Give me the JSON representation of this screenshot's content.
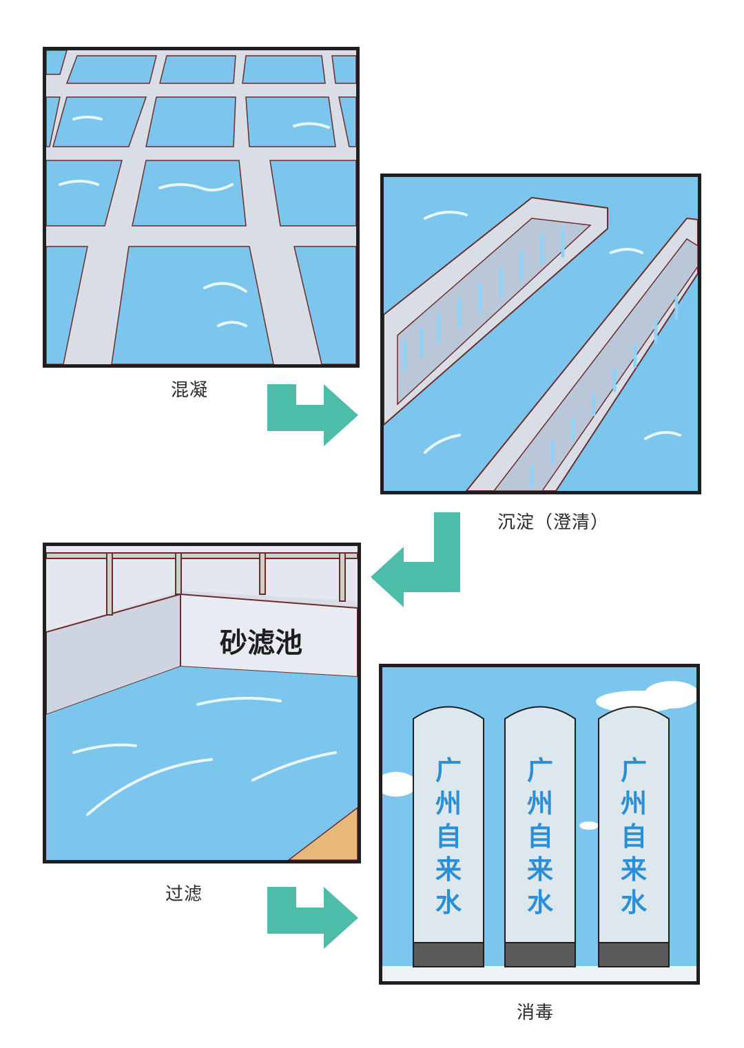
{
  "panels": {
    "p1": {
      "caption": "混凝"
    },
    "p2": {
      "caption": "沉淀（澄清）"
    },
    "p3": {
      "caption": "过滤",
      "sign": "砂滤池"
    },
    "p4": {
      "caption": "消毒",
      "tank_label": "广州自来水"
    }
  },
  "colors": {
    "arrow": "#4dbdaa",
    "water": "#7cc6ee",
    "concrete": "#d9dde6",
    "outline": "#1e1e1e",
    "tank_text": "#2b8fd6",
    "sand": "#e8b77a"
  }
}
